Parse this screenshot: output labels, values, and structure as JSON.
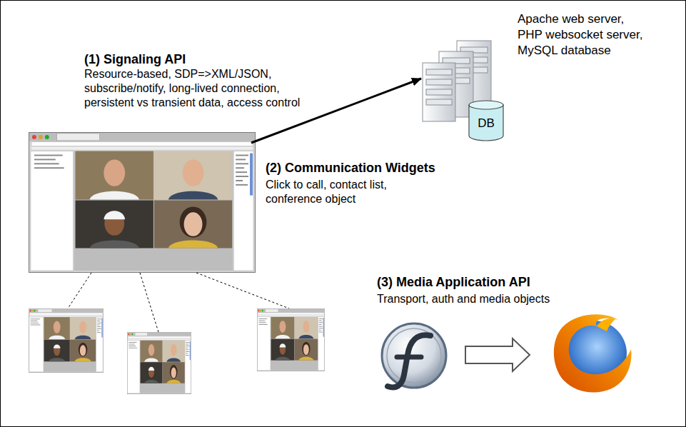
{
  "diagram": {
    "nodes": [
      {
        "text": [
          "DB"
        ]
      }
    ],
    "labels": [
      "(1) Signaling API",
      "Resource-based, SDP=>XML/JSON,",
      "subscribe/notify, long-lived connection,",
      "persistent vs transient data, access control",
      "Apache web server,",
      "PHP websocket server,",
      "MySQL database",
      "(2) Communication Widgets",
      "Click to call, contact list,",
      "conference object",
      "(3) Media Application API",
      "Transport, auth and media objects"
    ]
  }
}
